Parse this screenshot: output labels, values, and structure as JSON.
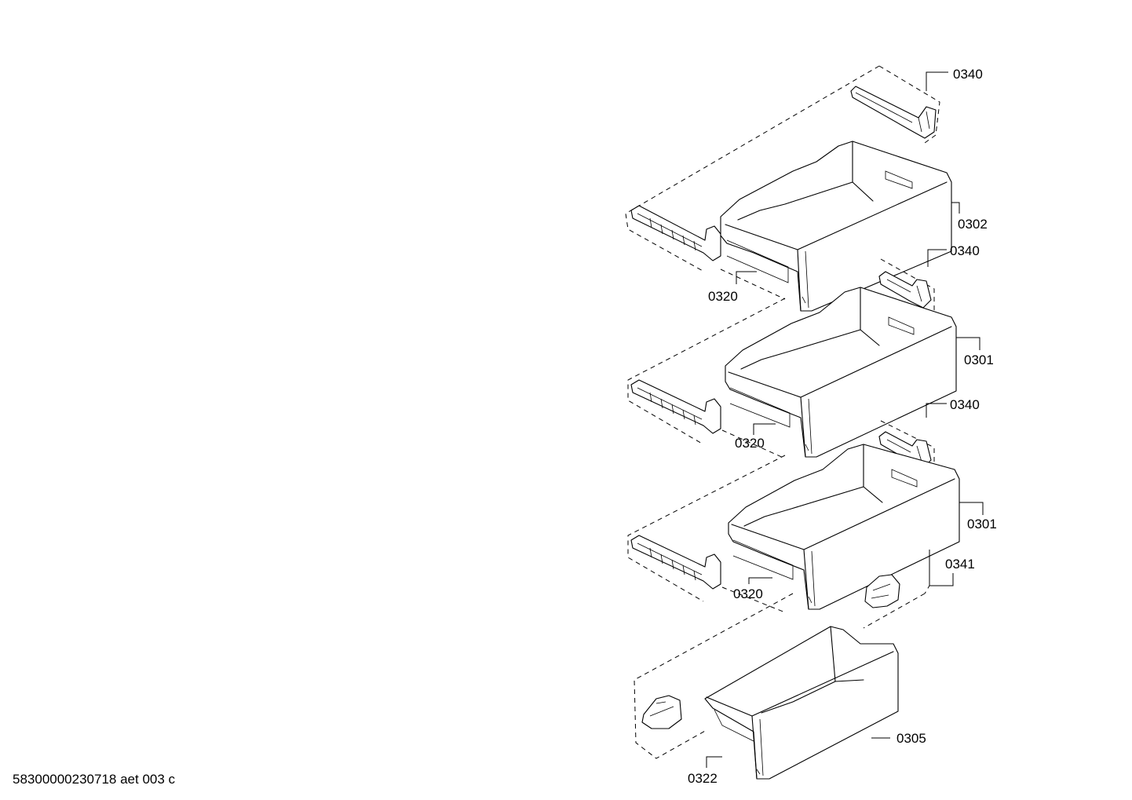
{
  "document_id": "58300000230718 aet 003 c",
  "part_labels": {
    "l_0340_top": "0340",
    "l_0302": "0302",
    "l_0340_a": "0340",
    "l_0320_a": "0320",
    "l_0301_a": "0301",
    "l_0340_b": "0340",
    "l_0320_b": "0320",
    "l_0301_b": "0301",
    "l_0341": "0341",
    "l_0320_c": "0320",
    "l_0305": "0305",
    "l_0322": "0322"
  }
}
